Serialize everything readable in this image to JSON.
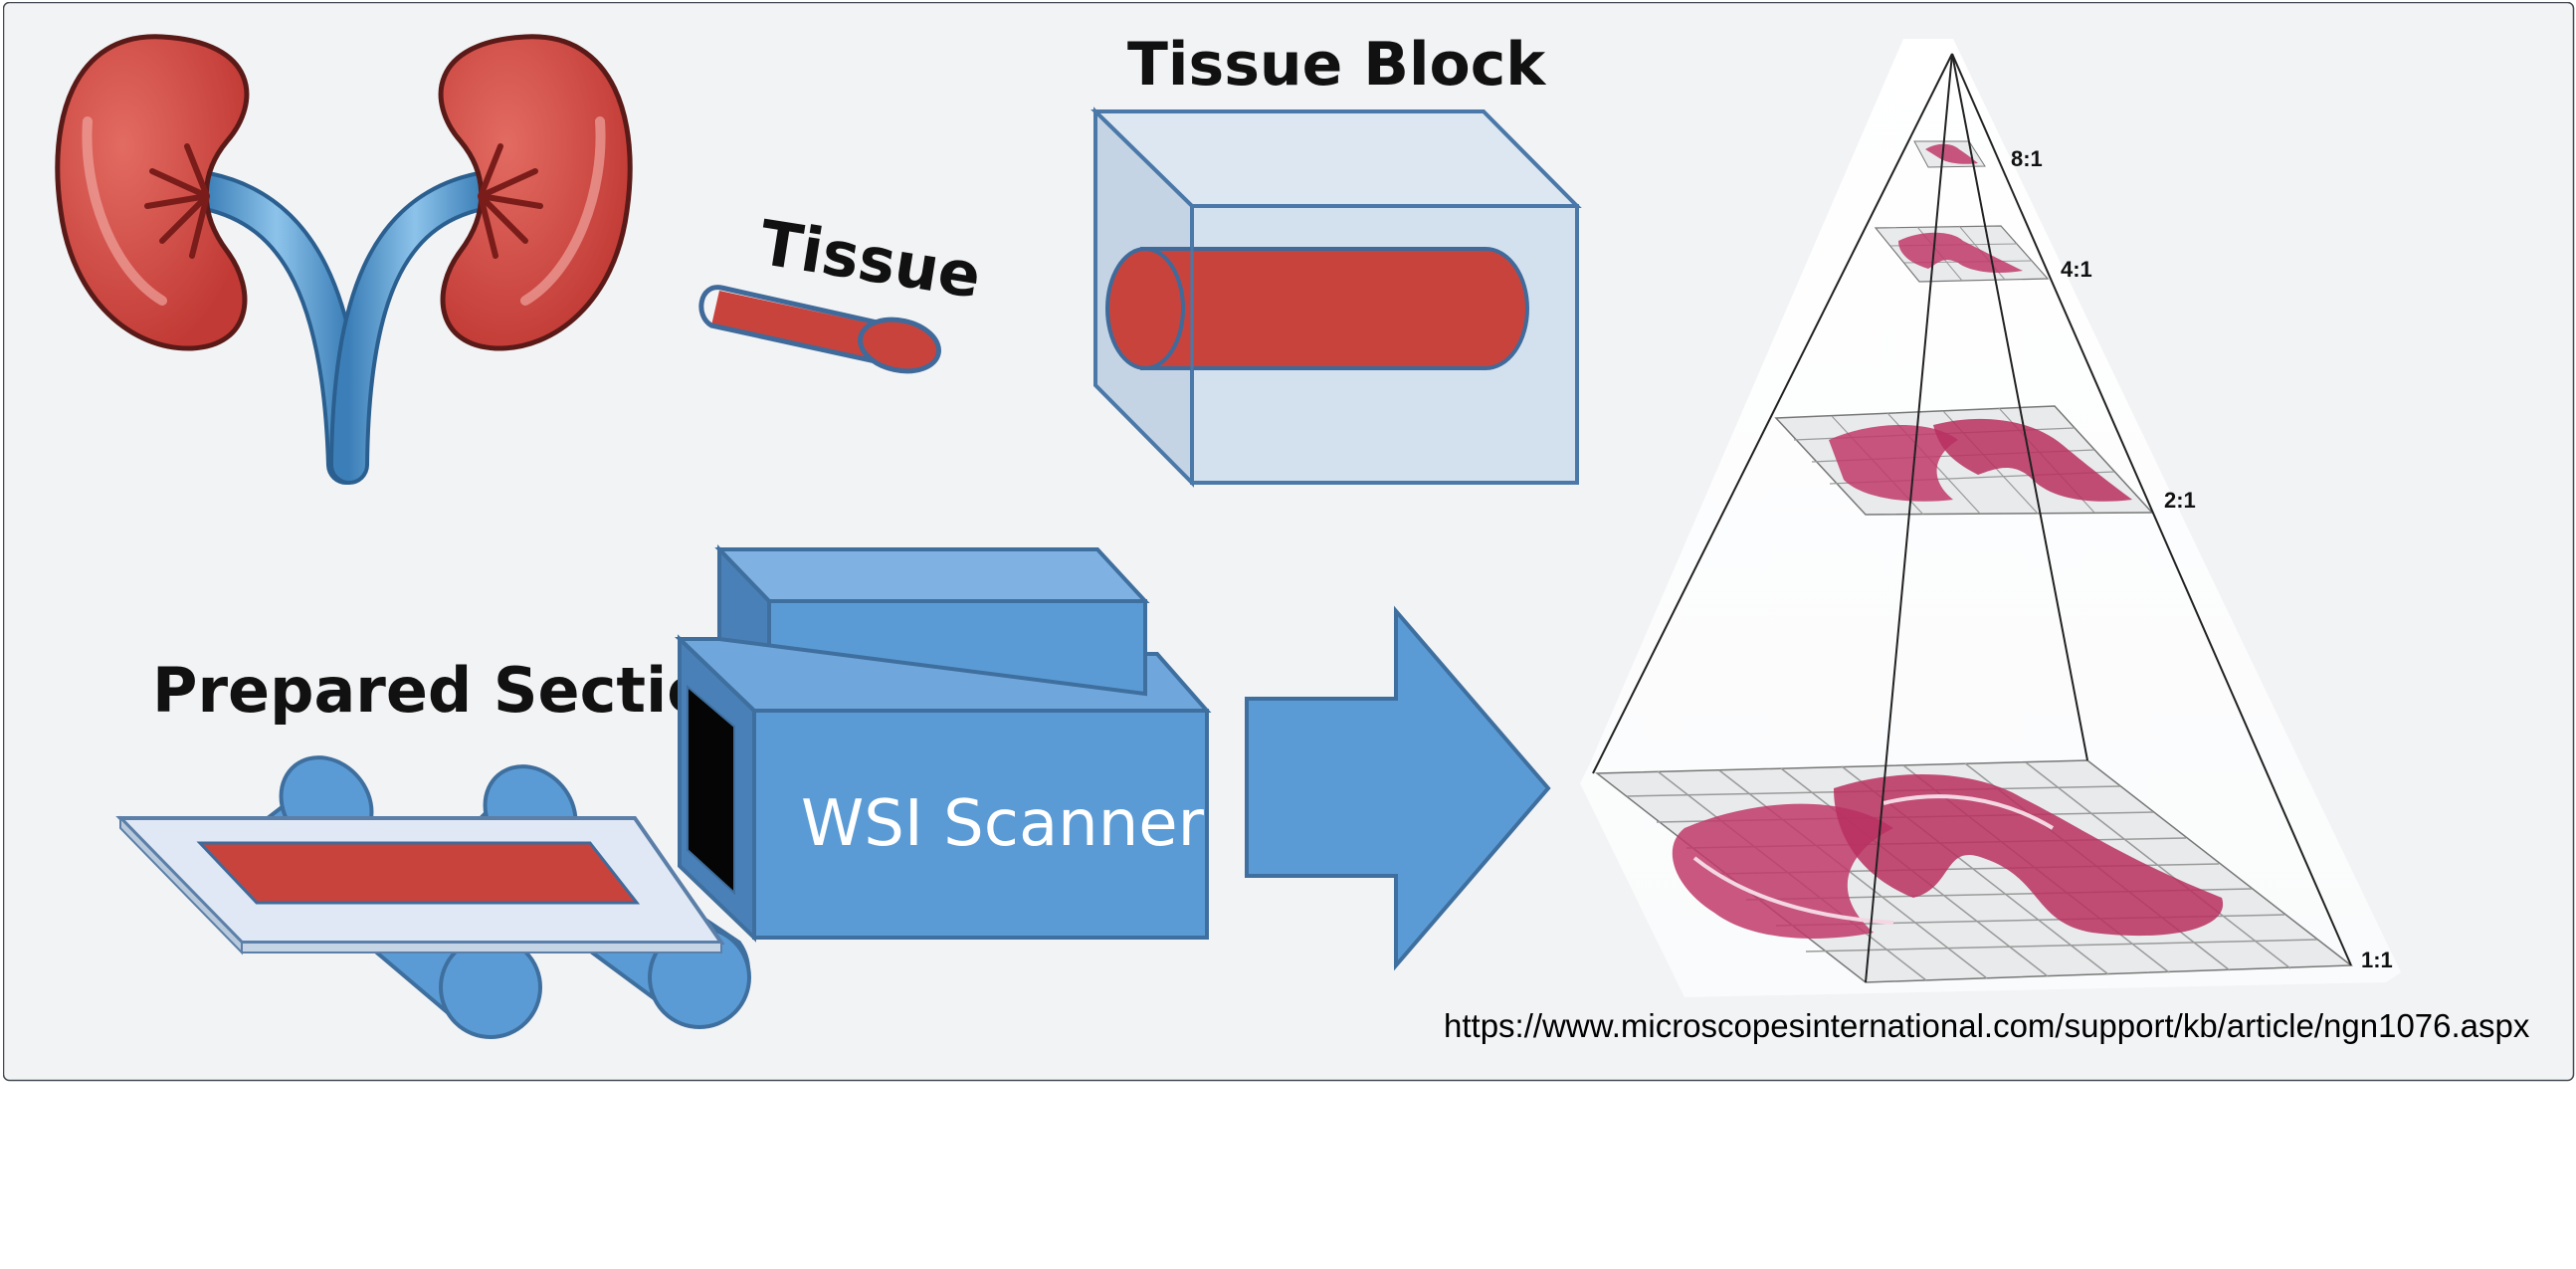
{
  "labels": {
    "tissue": "Tissue",
    "tissue_block": "Tissue Block",
    "prepared_section": "Prepared Section",
    "scanner": "WSI Scanner",
    "source_url": "https://www.microscopesinternational.com/support/kb/article/ngn1076.aspx"
  },
  "pyramid_levels": [
    {
      "ratio": "8:1"
    },
    {
      "ratio": "4:1"
    },
    {
      "ratio": "2:1"
    },
    {
      "ratio": "1:1"
    }
  ],
  "colors": {
    "panel_background": "#f2f3f5",
    "kidney_red": "#c9433d",
    "ureter_blue": "#4a90c8",
    "tissue_red": "#c9433d",
    "block_blue": "#d5e3f0",
    "scanner_blue": "#5b9bd5",
    "stain_pink": "#c0396a"
  },
  "icons": [
    "kidneys-icon",
    "tissue-cylinder-icon",
    "tissue-block-icon",
    "slide-rollers-icon",
    "scanner-icon",
    "arrow-right-icon",
    "image-pyramid-icon"
  ]
}
